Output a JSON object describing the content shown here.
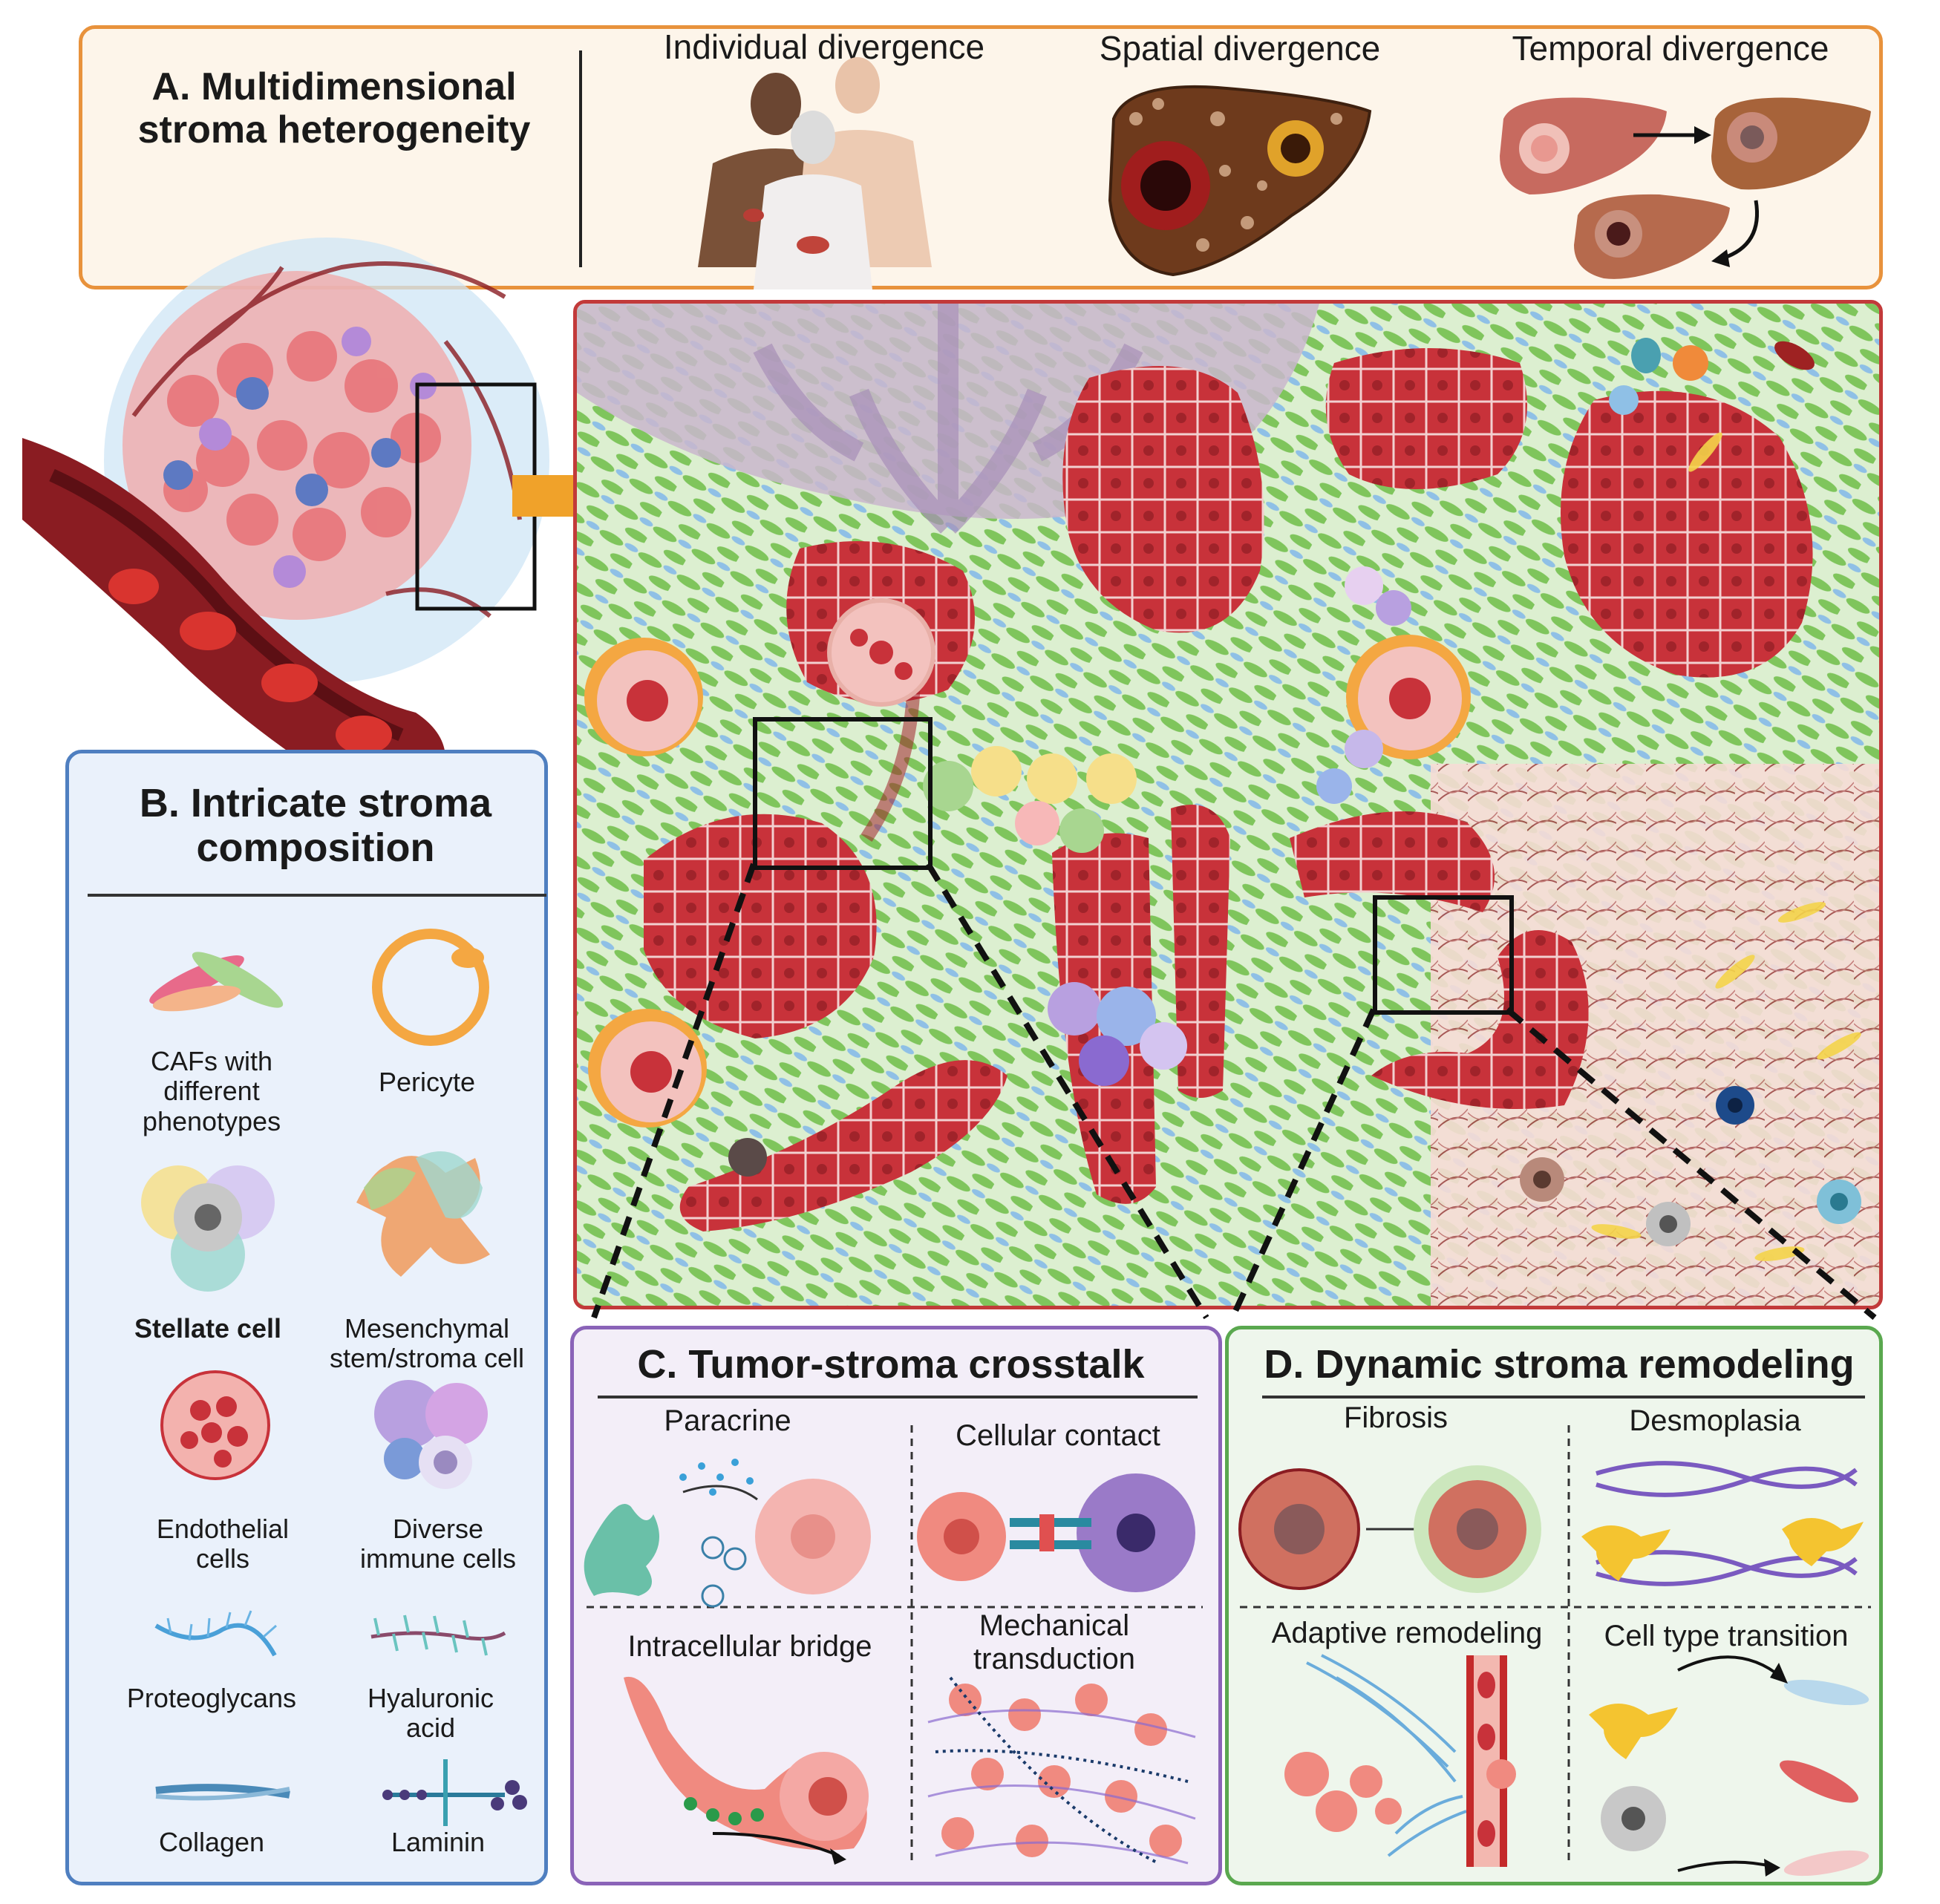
{
  "panel_a": {
    "title": "A. Multidimensional stroma heterogeneity",
    "individual": "Individual divergence",
    "spatial": "Spatial divergence",
    "temporal": "Temporal divergence"
  },
  "panel_b": {
    "title": "B. Intricate stroma composition",
    "items": [
      {
        "label": "CAFs with different phenotypes",
        "icon": "caf-icon"
      },
      {
        "label": "Pericyte",
        "icon": "pericyte-icon"
      },
      {
        "label": "Stellate cell",
        "icon": "stellate-cell-icon"
      },
      {
        "label": "Mesenchymal stem/stroma cell",
        "icon": "msc-icon"
      },
      {
        "label": "Endothelial cells",
        "icon": "endothelial-icon"
      },
      {
        "label": "Diverse immune cells",
        "icon": "immune-cells-icon"
      },
      {
        "label": "Proteoglycans",
        "icon": "proteoglycan-icon"
      },
      {
        "label": "Hyaluronic acid",
        "icon": "hyaluronic-acid-icon"
      },
      {
        "label": "Collagen",
        "icon": "collagen-icon"
      },
      {
        "label": "Laminin",
        "icon": "laminin-icon"
      }
    ]
  },
  "panel_c": {
    "title": "C. Tumor-stroma crosstalk",
    "quadrants": [
      "Paracrine",
      "Cellular contact",
      "Intracellular bridge",
      "Mechanical transduction"
    ]
  },
  "panel_d": {
    "title": "D. Dynamic stroma remodeling",
    "quadrants": [
      "Fibrosis",
      "Desmoplasia",
      "Adaptive remodeling",
      "Cell type transition"
    ]
  },
  "colors": {
    "panel_a_border": "#e8923c",
    "panel_a_fill": "#fdf5ea",
    "panel_b_border": "#4f7fc0",
    "panel_b_fill": "#eaf1fb",
    "panel_c_border": "#8a63b8",
    "panel_c_fill": "#f3eef8",
    "panel_d_border": "#5aa84f",
    "panel_d_fill": "#eef6ec",
    "main_border": "#c23a3a",
    "main_fill": "#fbe3e1",
    "tumor": "#c8323a",
    "stroma_green": "#7fc55c",
    "stroma_blue": "#7fb2e0",
    "vessel": "#8a1c22",
    "arrow": "#f0a22a"
  }
}
